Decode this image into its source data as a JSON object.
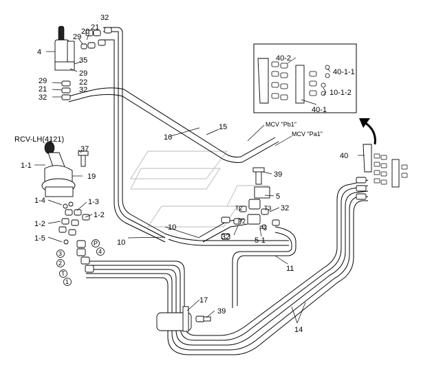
{
  "labels": {
    "l4": "4",
    "l20": "20",
    "l21a": "21",
    "l32a": "32",
    "l29a": "29",
    "l35": "35",
    "l29b": "29",
    "l29c": "29",
    "l22": "22",
    "l21b": "21",
    "l32b": "32",
    "l32c": "32",
    "l16": "16",
    "l15": "15",
    "mcv_pb1": "MCV \"Pb1\"",
    "mcv_pa1": "MCV \"Pa1\"",
    "rcv": "RCV-LH(4121)",
    "l37": "37",
    "l1_1": "1-1",
    "l19": "19",
    "l1_4": "1-4",
    "l1_3": "1-3",
    "l1_2a": "1-2",
    "l1_2b": "1-2",
    "l1_5": "1-5",
    "c3": "3",
    "c2": "2",
    "cP": "P",
    "c4": "4",
    "cT": "T",
    "c1": "1",
    "l39a": "39",
    "l5": "5",
    "t2": "T2",
    "t3": "T3",
    "l32d": "32",
    "p2": "P2",
    "p3": "P3",
    "l32e": "32",
    "l5_1": "5-1",
    "l10a": "10",
    "l10b": "10",
    "l11": "11",
    "l17": "17",
    "l39b": "39",
    "l14": "14",
    "l40_2": "40-2",
    "l40_1_1": "40-1-1",
    "l10_1_2": "10-1-2",
    "l40_1": "40-1",
    "l40": "40"
  }
}
